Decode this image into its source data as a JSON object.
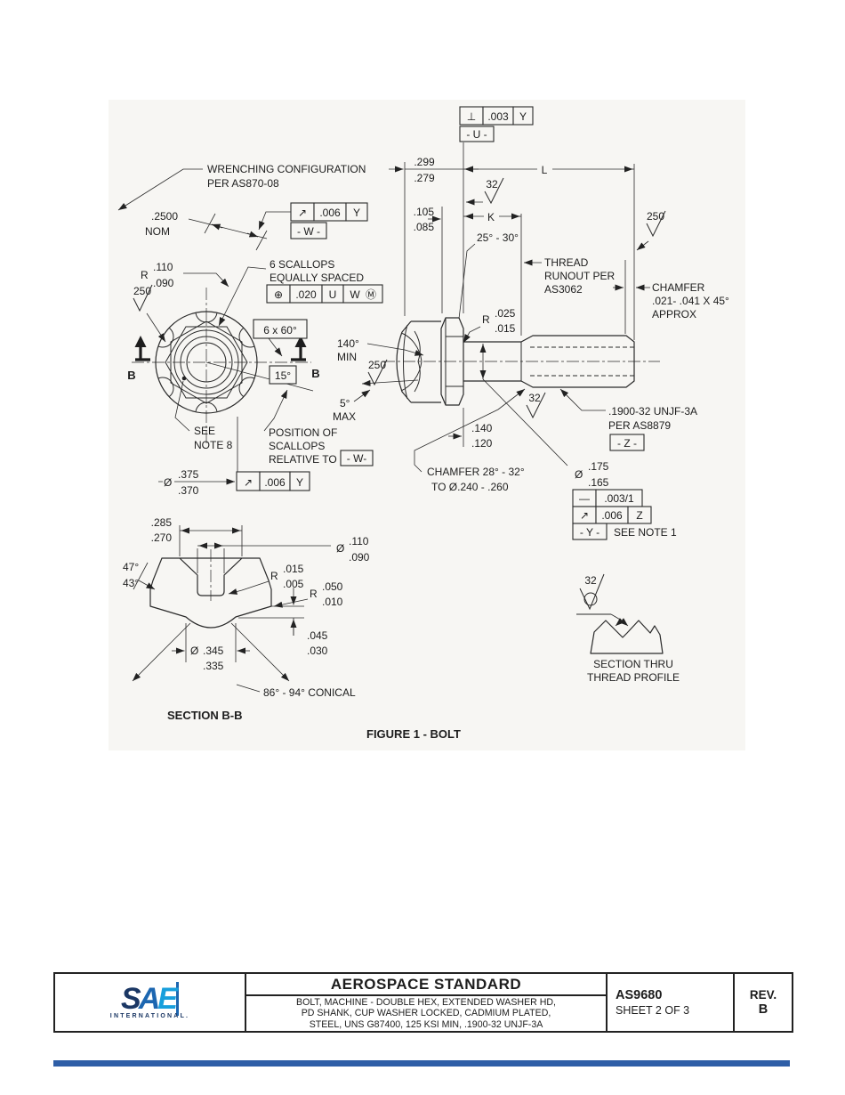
{
  "page": {
    "line_color": "#2a2a2a",
    "figure_bg": "#f7f6f3",
    "accent_blue": "#2e5ea7"
  },
  "drawing": {
    "fcf": {
      "perp": {
        "symbol": "⊥",
        "value": ".003",
        "datum": "Y"
      },
      "runout_w": {
        "symbol": "↗",
        "value": ".006",
        "datum": "Y"
      },
      "position": {
        "symbol": "⊕",
        "value": ".020",
        "d1": "U",
        "d2": "W",
        "mod": "Ⓜ"
      },
      "runout_y": {
        "symbol": "↗",
        "value": ".006",
        "datum": "Y"
      },
      "straightness": {
        "symbol": "—",
        "value": ".003/1"
      },
      "runout_z": {
        "symbol": "↗",
        "value": ".006",
        "datum": "Z"
      }
    },
    "datums": {
      "u": "- U -",
      "w": "- W -",
      "w_ref": "- W-",
      "z": "- Z -",
      "y": "- Y -"
    },
    "finish": {
      "f32": "32",
      "f250": "250"
    },
    "dims": {
      "d299": ".299",
      "d279": ".279",
      "L": "L",
      "d105": ".105",
      "d085": ".085",
      "K": "K",
      "a2530": "25° - 30°",
      "d2500": ".2500",
      "nom": "NOM",
      "r": "R",
      "d110r": ".110",
      "d090r": ".090",
      "a140": "140°",
      "min": "MIN",
      "a5": "5°",
      "max": "MAX",
      "d025": ".025",
      "d015": ".015",
      "d140": ".140",
      "d120": ".120",
      "dia": "Ø",
      "d375": ".375",
      "d370": ".370",
      "d175": ".175",
      "d165": ".165",
      "d285": ".285",
      "d270": ".270",
      "a47": "47°",
      "a43": "43°",
      "d110": ".110",
      "d090": ".090",
      "d015b": ".015",
      "d005": ".005",
      "d050": ".050",
      "d010": ".010",
      "d045": ".045",
      "d030": ".030",
      "d345": ".345",
      "d335": ".335",
      "box6x60": "6 x 60°",
      "box15": "15°",
      "b": "B"
    },
    "notes": {
      "wrench1": "WRENCHING CONFIGURATION",
      "wrench2": "PER  AS870-08",
      "scallop1": "6 SCALLOPS",
      "scallop2": "EQUALLY SPACED",
      "see1": "SEE",
      "see2": "NOTE 8",
      "pos1": "POSITION OF",
      "pos2": "SCALLOPS",
      "pos3": "RELATIVE TO",
      "tro1": "THREAD",
      "tro2": "RUNOUT PER",
      "tro3": "AS3062",
      "ch451": "CHAMFER",
      "ch452": ".021- .041 X 45°",
      "ch453": "APPROX",
      "thread1": ".1900-32 UNJF-3A",
      "thread2": "PER  AS8879",
      "ch281": "CHAMFER 28° - 32°",
      "ch282": "TO  Ø.240 - .260",
      "note1": "SEE NOTE 1",
      "conical": "86° - 94° CONICAL",
      "stp1": "SECTION THRU",
      "stp2": "THREAD PROFILE"
    },
    "captions": {
      "section": "SECTION  B-B",
      "figure": "FIGURE 1 - BOLT"
    }
  },
  "title_block": {
    "logo": {
      "s": "S",
      "a": "A",
      "e": "E",
      "sub": "INTERNATIONAL."
    },
    "title": "AEROSPACE STANDARD",
    "desc1": "BOLT, MACHINE - DOUBLE HEX, EXTENDED WASHER HD,",
    "desc2": "PD SHANK, CUP WASHER LOCKED, CADMIUM PLATED,",
    "desc3": "STEEL, UNS G87400, 125 KSI MIN, .1900-32 UNJF-3A",
    "doc_number": "AS9680",
    "sheet": "SHEET 2 OF 3",
    "rev_label": "REV.",
    "rev_value": "B"
  }
}
